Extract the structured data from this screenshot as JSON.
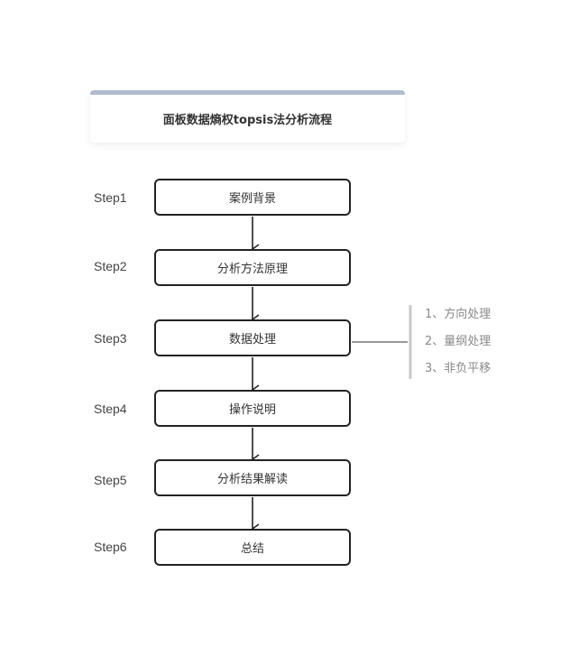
{
  "title": "面板数据熵权topsis法分析流程",
  "steps": [
    {
      "label": "Step1",
      "text": "案例背景"
    },
    {
      "label": "Step2",
      "text": "分析方法原理"
    },
    {
      "label": "Step3",
      "text": "数据处理"
    },
    {
      "label": "Step4",
      "text": "操作说明"
    },
    {
      "label": "Step5",
      "text": "分析结果解读"
    },
    {
      "label": "Step6",
      "text": "总结"
    }
  ],
  "step3_details": [
    "1、方向处理",
    "2、量纲处理",
    "3、非负平移"
  ],
  "colors": {
    "title_bar": "#b1bcd0",
    "box_border": "#222222",
    "detail_text": "#8a8a8a"
  }
}
